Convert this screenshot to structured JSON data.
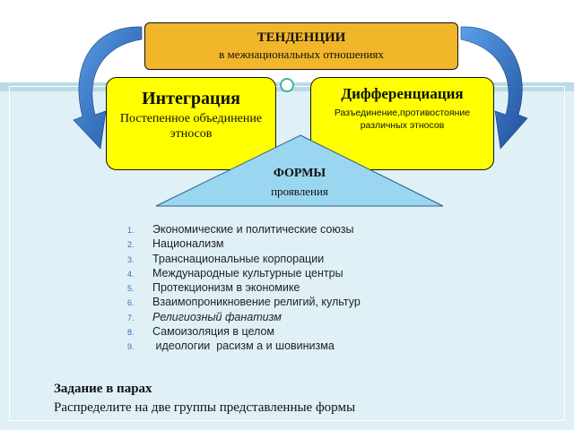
{
  "header": {
    "title": "ТЕНДЕНЦИИ",
    "subtitle": "в межнациональных отношениях"
  },
  "integration": {
    "title": "Интеграция",
    "description": "Постепенное объединение этносов"
  },
  "differentiation": {
    "title": "Дифференциация",
    "description": "Разъединение,противостояние различных этносов"
  },
  "forms": {
    "title": "ФОРМЫ",
    "subtitle": "проявления"
  },
  "list": [
    {
      "num": "1.",
      "text": "Экономические и политические союзы"
    },
    {
      "num": "2.",
      "text": "Национализм"
    },
    {
      "num": "3.",
      "text": "Транснациональные корпорации"
    },
    {
      "num": "4.",
      "text": "Международные культурные центры"
    },
    {
      "num": "5.",
      "text": "Протекционизм в экономике"
    },
    {
      "num": "6.",
      "text": "Взаимопроникновение религий, культур"
    },
    {
      "num": "7.",
      "text": "Религиозный фанатизм"
    },
    {
      "num": "8.",
      "text": "Самоизоляция в целом"
    },
    {
      "num": "9.",
      "text": " идеологии  расизм а и шовинизма"
    }
  ],
  "task": {
    "title": "Задание в парах",
    "description": "Распределите на две группы представленные формы"
  },
  "colors": {
    "header_box": "#f2b62a",
    "concept_boxes": "#ffff00",
    "triangle": "#9bd6f0",
    "arrows": "#2f6bc4",
    "background": "#dff1f6"
  }
}
